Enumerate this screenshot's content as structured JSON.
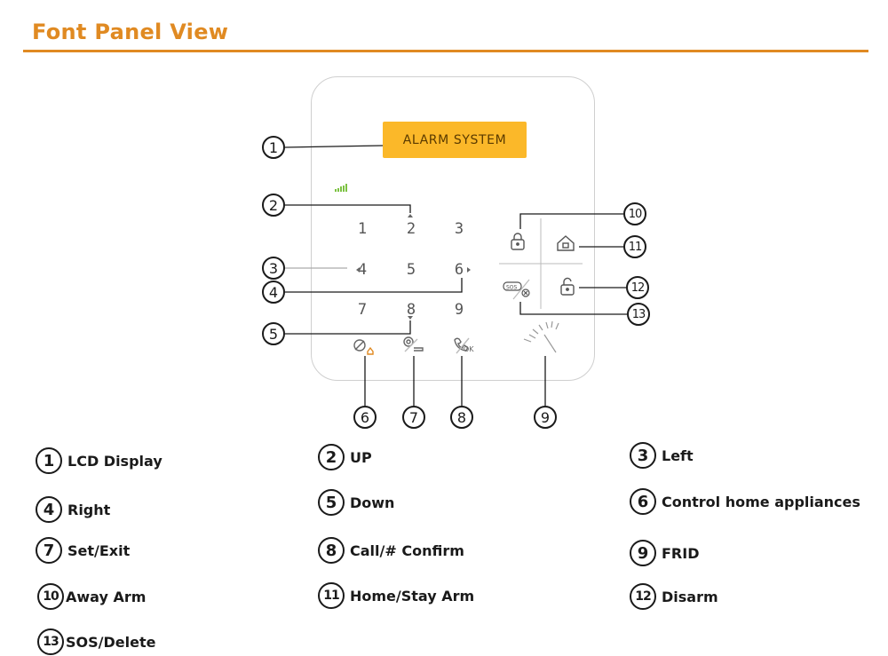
{
  "title": "Font Panel View",
  "lcd_text": "ALARM SYSTEM",
  "keypad": {
    "keys": [
      "1",
      "2",
      "3",
      "4",
      "5",
      "6",
      "7",
      "8",
      "9"
    ]
  },
  "callouts": [
    "1",
    "2",
    "3",
    "4",
    "5",
    "6",
    "7",
    "8",
    "9",
    "10",
    "11",
    "12",
    "13"
  ],
  "legend": [
    {
      "num": "1",
      "label": "LCD Display"
    },
    {
      "num": "2",
      "label": "UP"
    },
    {
      "num": "3",
      "label": "Left"
    },
    {
      "num": "4",
      "label": "Right"
    },
    {
      "num": "5",
      "label": "Down"
    },
    {
      "num": "6",
      "label": "Control home appliances"
    },
    {
      "num": "7",
      "label": "Set/Exit"
    },
    {
      "num": "8",
      "label": "Call/# Confirm"
    },
    {
      "num": "9",
      "label": "FRID"
    },
    {
      "num": "10",
      "label": "Away Arm"
    },
    {
      "num": "11",
      "label": "Home/Stay Arm"
    },
    {
      "num": "12",
      "label": "Disarm"
    },
    {
      "num": "13",
      "label": "SOS/Delete"
    }
  ],
  "icons": {
    "signal": "signal-bars-icon",
    "appliance": "appliance-control-icon",
    "set_exit": "settings-gear-icon",
    "call": "phone-ok-icon",
    "away_arm": "lock-closed-icon",
    "home_arm": "home-lock-icon",
    "disarm": "lock-open-icon",
    "sos": "sos-delete-icon",
    "rfid": "rfid-reader-icon"
  },
  "colors": {
    "accent": "#e08a22",
    "lcd": "#fbb829",
    "signal": "#7cc242",
    "panel_border": "#cfcfcf"
  }
}
